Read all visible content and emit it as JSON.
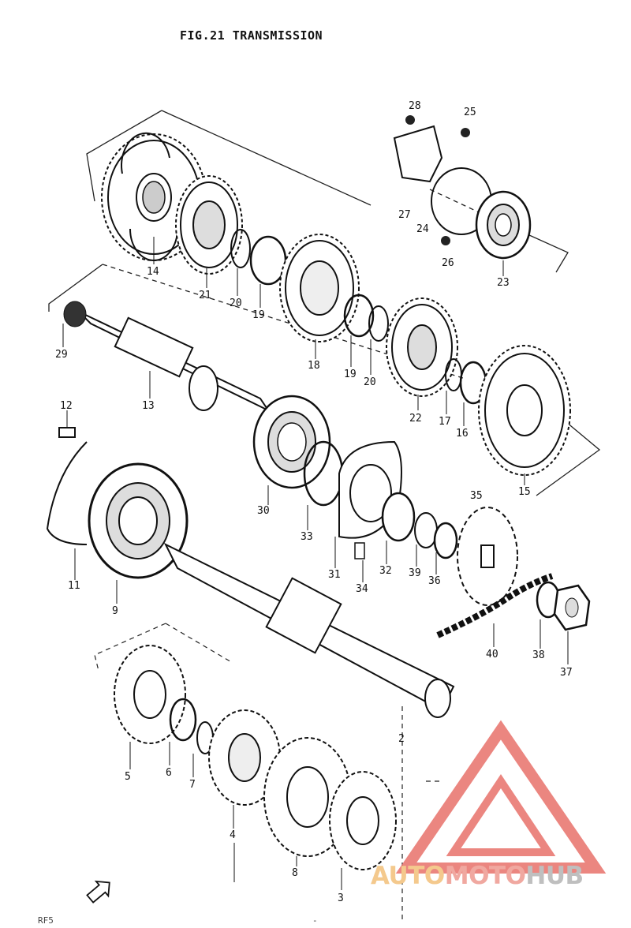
{
  "figure": {
    "title": "FIG.21 TRANSMISSION",
    "corner_text": "",
    "footer_left": "RF5",
    "footer_mid": "-"
  },
  "parts": [
    {
      "id": "p28",
      "label": "28"
    },
    {
      "id": "p25",
      "label": "25"
    },
    {
      "id": "p27",
      "label": "27"
    },
    {
      "id": "p24",
      "label": "24"
    },
    {
      "id": "p26",
      "label": "26"
    },
    {
      "id": "p23",
      "label": "23"
    },
    {
      "id": "p14",
      "label": "14"
    },
    {
      "id": "p21",
      "label": "21"
    },
    {
      "id": "p20a",
      "label": "20"
    },
    {
      "id": "p19a",
      "label": "19"
    },
    {
      "id": "p18",
      "label": "18"
    },
    {
      "id": "p19b",
      "label": "19"
    },
    {
      "id": "p20b",
      "label": "20"
    },
    {
      "id": "p22",
      "label": "22"
    },
    {
      "id": "p17",
      "label": "17"
    },
    {
      "id": "p16",
      "label": "16"
    },
    {
      "id": "p15",
      "label": "15"
    },
    {
      "id": "p29",
      "label": "29"
    },
    {
      "id": "p13",
      "label": "13"
    },
    {
      "id": "p12",
      "label": "12"
    },
    {
      "id": "p30",
      "label": "30"
    },
    {
      "id": "p33",
      "label": "33"
    },
    {
      "id": "p31",
      "label": "31"
    },
    {
      "id": "p32",
      "label": "32"
    },
    {
      "id": "p39",
      "label": "39"
    },
    {
      "id": "p36",
      "label": "36"
    },
    {
      "id": "p35",
      "label": "35"
    },
    {
      "id": "p34",
      "label": "34"
    },
    {
      "id": "p40",
      "label": "40"
    },
    {
      "id": "p38",
      "label": "38"
    },
    {
      "id": "p37",
      "label": "37"
    },
    {
      "id": "p11",
      "label": "11"
    },
    {
      "id": "p9",
      "label": "9"
    },
    {
      "id": "p2",
      "label": "2"
    },
    {
      "id": "p5",
      "label": "5"
    },
    {
      "id": "p6",
      "label": "6"
    },
    {
      "id": "p7",
      "label": "7"
    },
    {
      "id": "p4",
      "label": "4"
    },
    {
      "id": "p8",
      "label": "8"
    },
    {
      "id": "p3",
      "label": "3"
    }
  ],
  "watermark": {
    "parts": [
      "AUTO",
      "MOTO",
      "HUB"
    ],
    "colors": {
      "auto": "#f4c98d",
      "moto": "#f0a8a0",
      "hub": "#bfbfbf",
      "triangle": "#e8716b"
    }
  }
}
